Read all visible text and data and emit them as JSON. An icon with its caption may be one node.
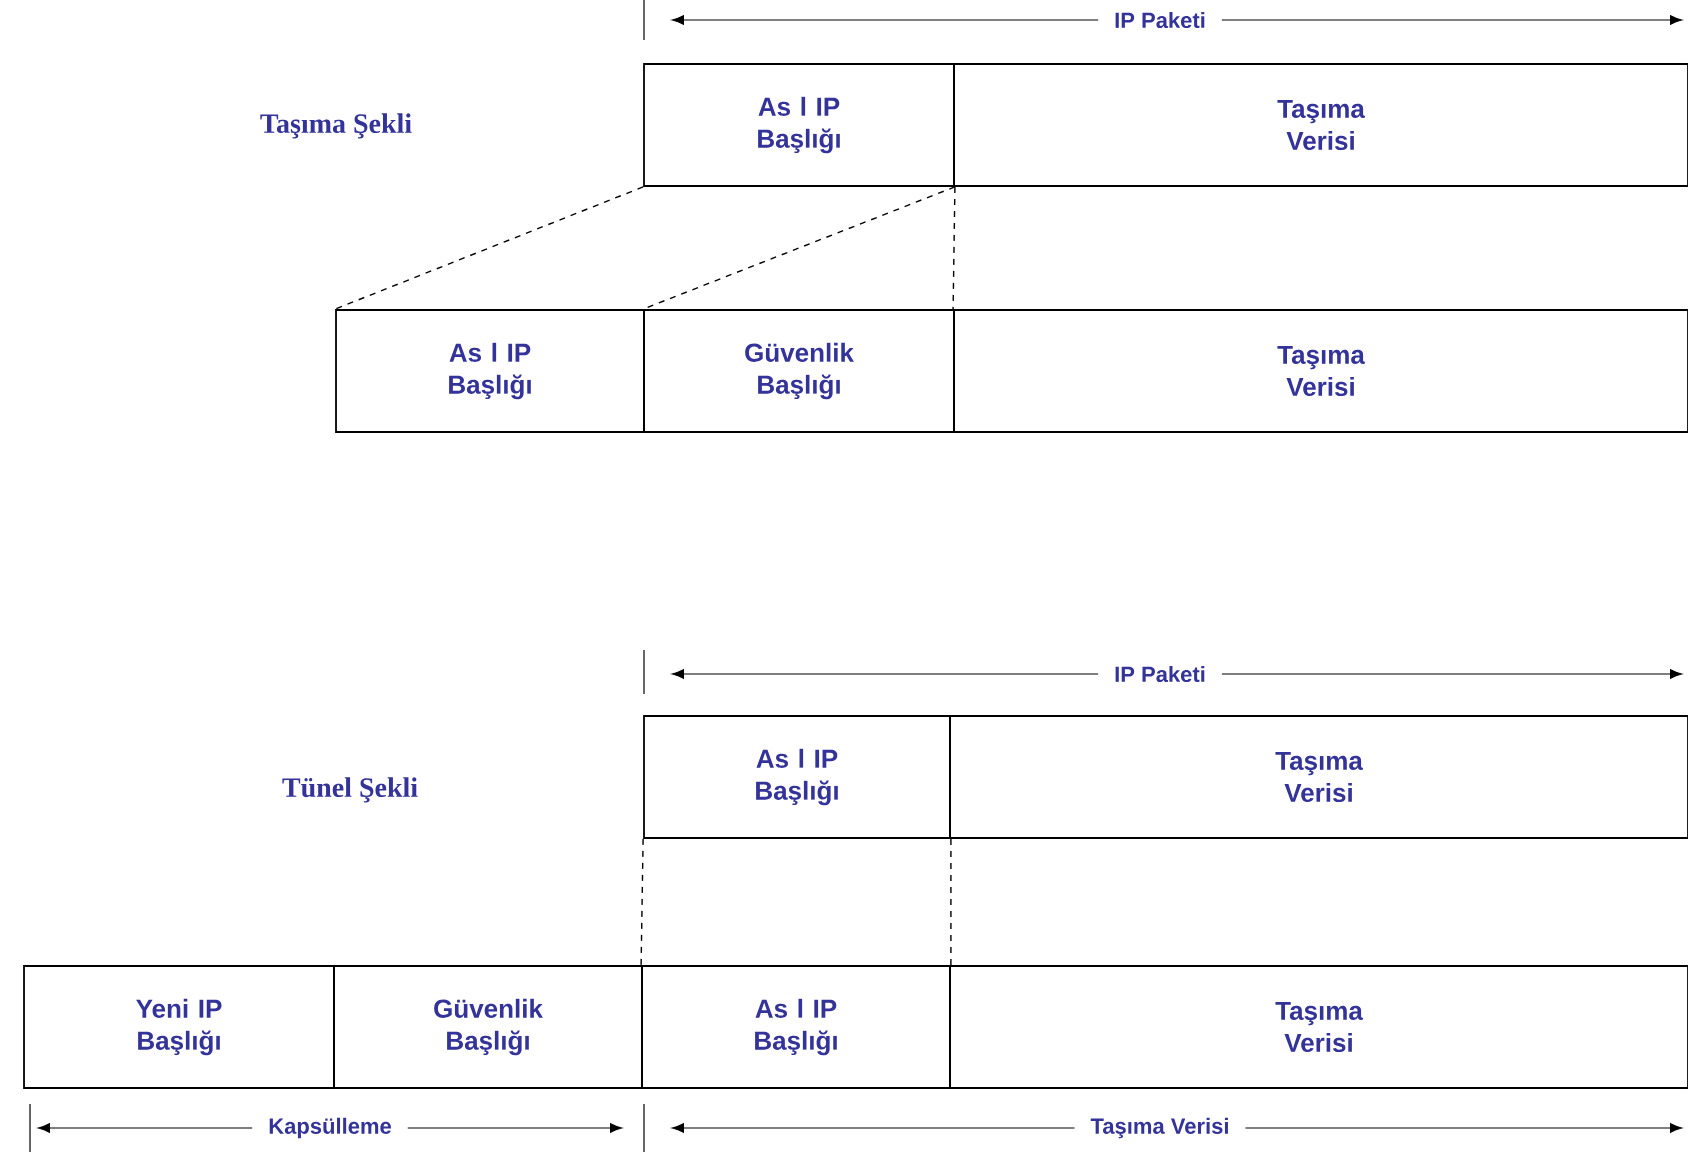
{
  "diagram": {
    "nodes": [
      {
        "text": [
          "As l IP Başlığı"
        ]
      },
      {
        "text": [
          "Taşıma Verisi"
        ]
      },
      {
        "text": [
          "As l IP Başlığı"
        ]
      },
      {
        "text": [
          "Güvenlik Başlığı"
        ]
      },
      {
        "text": [
          "Taşıma Verisi"
        ]
      },
      {
        "text": [
          "As l IP Başlığı"
        ]
      },
      {
        "text": [
          "Taşıma Verisi"
        ]
      },
      {
        "text": [
          "Yeni IP Başlığı"
        ]
      },
      {
        "text": [
          "Güvenlik Başlığı"
        ]
      },
      {
        "text": [
          "As l IP Başlığı"
        ]
      },
      {
        "text": [
          "Taşıma Verisi"
        ]
      }
    ],
    "edges": [
      {
        "from": 0,
        "to": 2,
        "arrow": "none",
        "style": "dashed"
      },
      {
        "from": 0,
        "to": 3,
        "arrow": "none",
        "style": "dashed"
      },
      {
        "from": 0,
        "to": 4,
        "arrow": "none",
        "style": "dashed"
      },
      {
        "from": 5,
        "to": 9,
        "arrow": "none",
        "style": "dashed"
      },
      {
        "from": 5,
        "to": 9,
        "arrow": "none",
        "style": "dashed"
      }
    ],
    "labels": [
      "IP Paketi",
      "Taşıma Şekli",
      "IP Paketi",
      "Tünel Şekli",
      "Kapsülleme",
      "Taşıma Verisi"
    ]
  }
}
